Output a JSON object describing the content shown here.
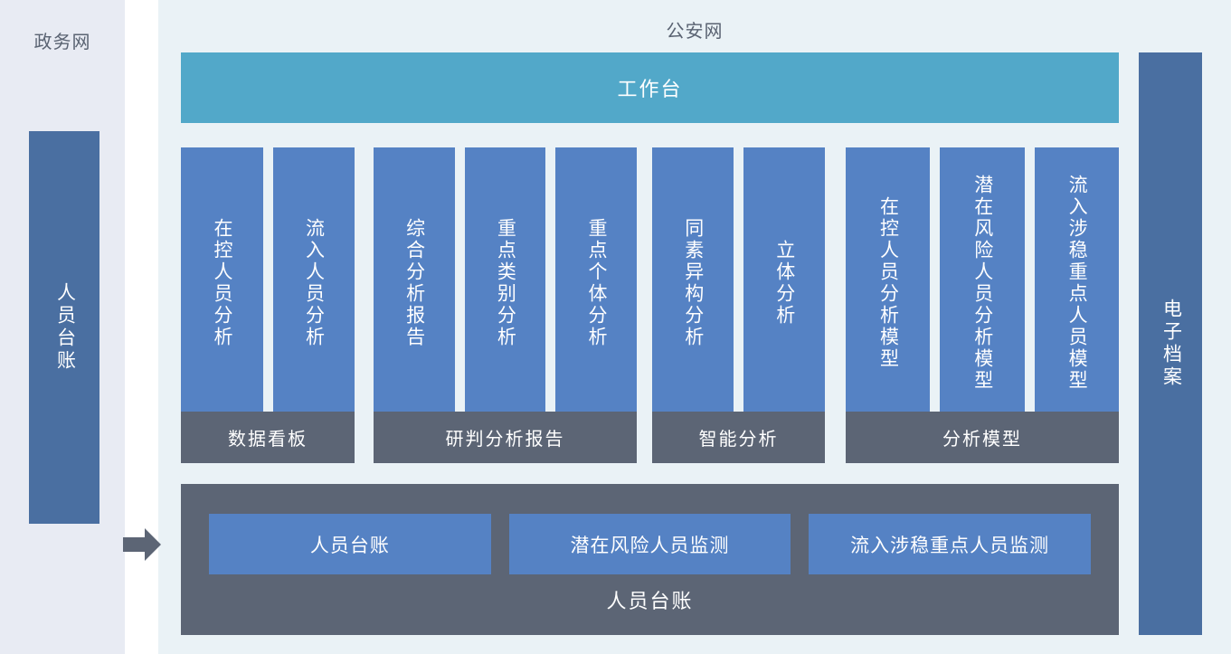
{
  "gov_net": {
    "title": "政务网",
    "ledger_bar": "人员台账",
    "arrow_icon": "arrow-right-icon"
  },
  "police_net": {
    "title": "公安网",
    "workbench": "工作台",
    "archive_bar": "电子档案"
  },
  "groups": [
    {
      "footer": "数据看板",
      "cards": [
        "在控人员分析",
        "流入人员分析"
      ]
    },
    {
      "footer": "研判分析报告",
      "cards": [
        "综合分析报告",
        "重点类别分析",
        "重点个体分析"
      ]
    },
    {
      "footer": "智能分析",
      "cards": [
        "同素异构分析",
        "立体分析"
      ]
    },
    {
      "footer": "分析模型",
      "cards": [
        "在控人员分析模型",
        "潜在风险人员分析模型",
        "流入涉稳重点人员模型"
      ]
    }
  ],
  "bottom_panel": {
    "label": "人员台账",
    "boxes": [
      "人员台账",
      "潜在风险人员监测",
      "流入涉稳重点人员监测"
    ]
  },
  "colors": {
    "gov_panel_bg": "#e8ebf3",
    "police_panel_bg": "#eaf2f6",
    "side_bar": "#4a6fa1",
    "card_blue": "#5582c4",
    "footer_gray": "#5c6575",
    "workbench_teal": "#52a8c9",
    "title_text": "#5a6372"
  }
}
